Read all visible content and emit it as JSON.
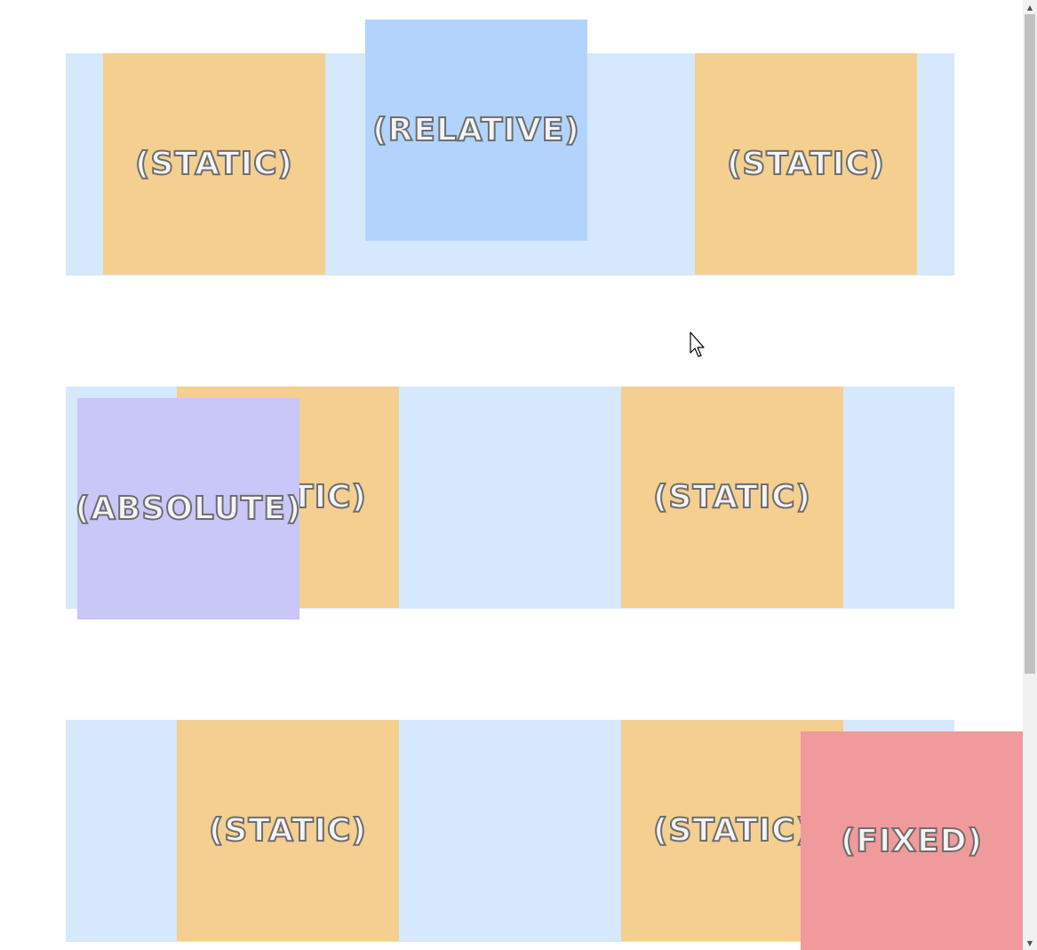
{
  "rows": [
    {
      "boxes": [
        {
          "label": "(STATIC)"
        },
        {
          "label": "(RELATIVE)"
        },
        {
          "label": "(STATIC)"
        }
      ]
    },
    {
      "boxes": [
        {
          "label": "(STATIC)"
        },
        {
          "label": "(STATIC)"
        },
        {
          "label": "(ABSOLUTE)"
        }
      ]
    },
    {
      "boxes": [
        {
          "label": "(STATIC)"
        },
        {
          "label": "(STATIC)"
        },
        {
          "label": "(FIXED)"
        }
      ]
    }
  ],
  "colors": {
    "row_background": "#d6e8fc",
    "static": "#f4cf8f",
    "relative": "#b2d4fc",
    "absolute": "#c9c6f8",
    "fixed": "#f09a9c"
  },
  "scrollbar": {
    "up_icon": "scroll-up-arrow-icon",
    "down_icon": "scroll-down-arrow-icon"
  },
  "cursor": {
    "icon": "mouse-pointer-icon"
  }
}
